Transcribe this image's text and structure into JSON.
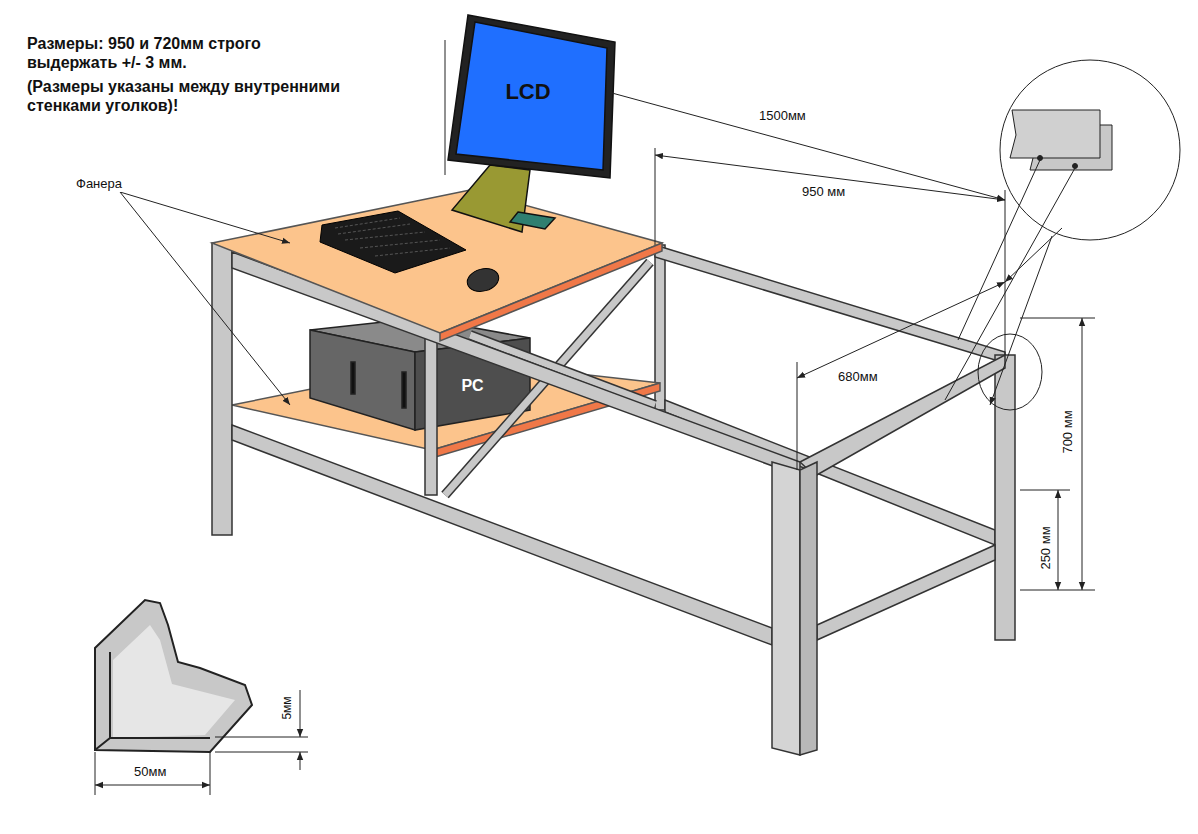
{
  "diagram": {
    "nodes": [
      {
        "text": [
          "LCD"
        ]
      },
      {
        "text": [
          "PC"
        ]
      }
    ],
    "labels": [
      "Размеры: 950 и 720мм строго выдержать +/- 3 мм.",
      "(Размеры указаны между внутренними стенками уголков)!",
      "Фанера",
      "1500мм",
      "950 мм",
      "680мм",
      "700 мм",
      "250 мм",
      "5мм",
      "50мм"
    ]
  }
}
